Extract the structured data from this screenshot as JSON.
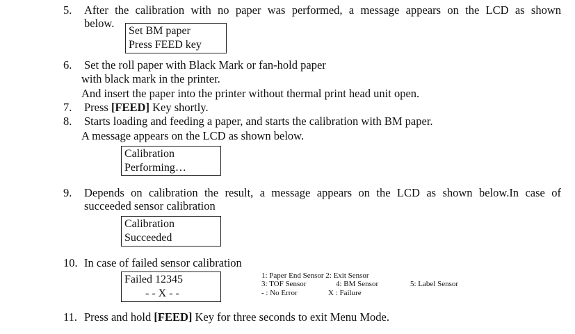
{
  "step5": {
    "num": "5.",
    "line1": "After the calibration with no paper was performed, a message appears on the LCD as shown",
    "line2": "below.",
    "lcd": [
      "Set BM paper",
      "Press FEED key"
    ]
  },
  "step6": {
    "num": "6.",
    "line1": "Set the roll paper with Black Mark or fan-hold paper",
    "line2": "with black mark in the printer.",
    "line3": "And insert the paper into the printer without thermal print head unit open."
  },
  "step7": {
    "num": "7.",
    "pre": "Press ",
    "key": "[FEED]",
    "post": " Key shortly."
  },
  "step8": {
    "num": "8.",
    "line1": "Starts loading and feeding a paper, and starts the calibration with BM paper.",
    "line2": "A message appears on the LCD as shown below.",
    "lcd": [
      "Calibration",
      "Performing…"
    ]
  },
  "step9": {
    "num": "9.",
    "line1": "Depends on calibration the result, a message appears on the LCD as shown below.In case of",
    "line2": "succeeded sensor calibration",
    "lcd": [
      "Calibration",
      "Succeeded"
    ]
  },
  "step10": {
    "num": "10.",
    "line1": "In case of failed sensor calibration",
    "lcd": [
      "Failed  12345",
      "- - X - -"
    ],
    "legend": {
      "row1": "1: Paper End Sensor   2: Exit Sensor",
      "row2a": "3: TOF Sensor",
      "row2b": "4: BM Sensor",
      "row2c": "5: Label Sensor",
      "row3a": "-   :   No Error",
      "row3b": "X   :   Failure"
    }
  },
  "step11": {
    "num": "11.",
    "pre": "Press and hold ",
    "key": "[FEED]",
    "post": " Key for three seconds to exit Menu Mode."
  }
}
